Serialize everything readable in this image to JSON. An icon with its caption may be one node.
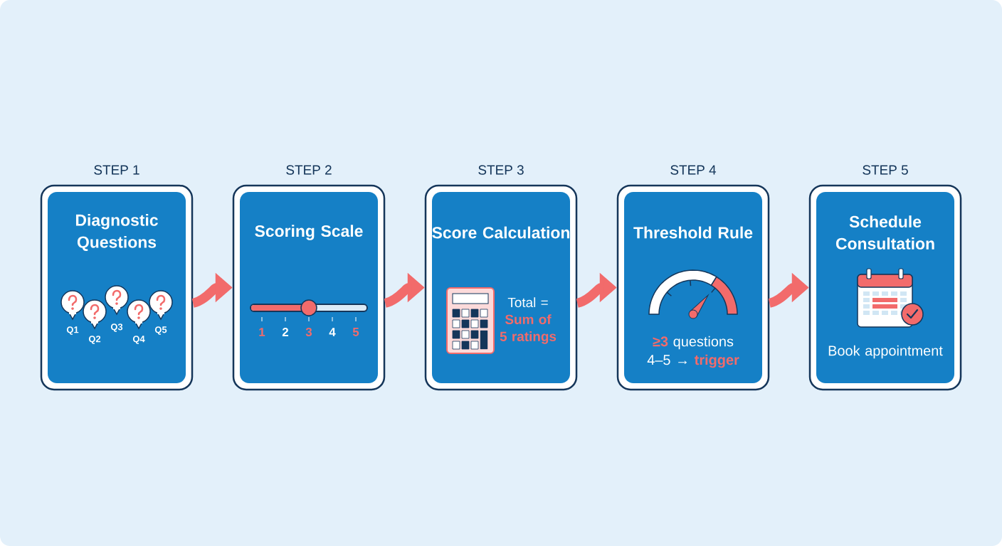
{
  "diagram": {
    "nodes": [
      {
        "text": [
          "STEP 1",
          "Diagnostic Questions",
          "Q1",
          "Q2",
          "Q3",
          "Q4",
          "Q5"
        ]
      },
      {
        "text": [
          "STEP 2",
          "Scoring Scale",
          "1",
          "2",
          "3",
          "4",
          "5"
        ]
      },
      {
        "text": [
          "STEP 3",
          "Score Calculation",
          "Total = **Sum of 5 ratings**"
        ]
      },
      {
        "text": [
          "STEP 4",
          "Threshold Rule",
          "**≥3** questions 4–5 → **trigger**"
        ]
      },
      {
        "text": [
          "STEP 5",
          "Schedule Consultation",
          "Book appointment"
        ]
      }
    ],
    "edges": [
      {
        "from": 0,
        "to": 1,
        "arrow": "to"
      },
      {
        "from": 1,
        "to": 2,
        "arrow": "to"
      },
      {
        "from": 2,
        "to": 3,
        "arrow": "to"
      },
      {
        "from": 3,
        "to": 4,
        "arrow": "to"
      }
    ]
  }
}
